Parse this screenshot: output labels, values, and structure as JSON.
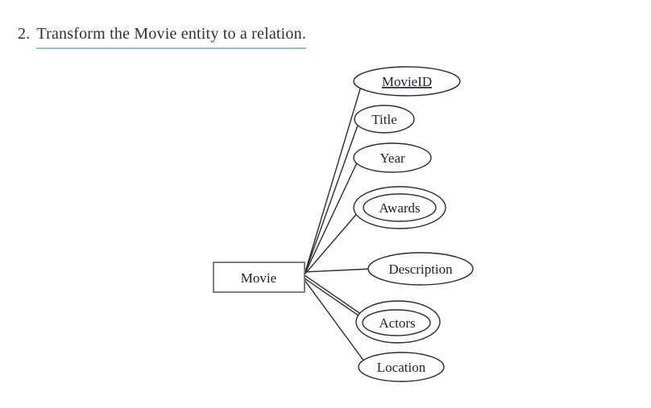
{
  "heading": {
    "number": "2.",
    "title": "Transform the Movie entity to a relation."
  },
  "colors": {
    "heading_underline": "#8fc2ce",
    "diagram_line": "#2b2b2b",
    "entity_border": "#7d7d7d",
    "text": "#23222e",
    "background": "#ffffff"
  },
  "diagram": {
    "type": "er-diagram",
    "entity": {
      "label": "Movie",
      "shape": "rectangle"
    },
    "attributes": [
      {
        "label": "MovieID",
        "shape": "ellipse",
        "role": "primary-key",
        "underlined": true
      },
      {
        "label": "Title",
        "shape": "ellipse",
        "role": "attribute",
        "underlined": false
      },
      {
        "label": "Year",
        "shape": "ellipse",
        "role": "attribute",
        "underlined": false
      },
      {
        "label": "Awards",
        "shape": "double-ellipse",
        "role": "multivalued",
        "underlined": false
      },
      {
        "label": "Description",
        "shape": "ellipse",
        "role": "attribute",
        "underlined": false
      },
      {
        "label": "Actors",
        "shape": "double-ellipse",
        "role": "multivalued",
        "underlined": false
      },
      {
        "label": "Location",
        "shape": "ellipse",
        "role": "attribute",
        "underlined": false
      }
    ]
  }
}
